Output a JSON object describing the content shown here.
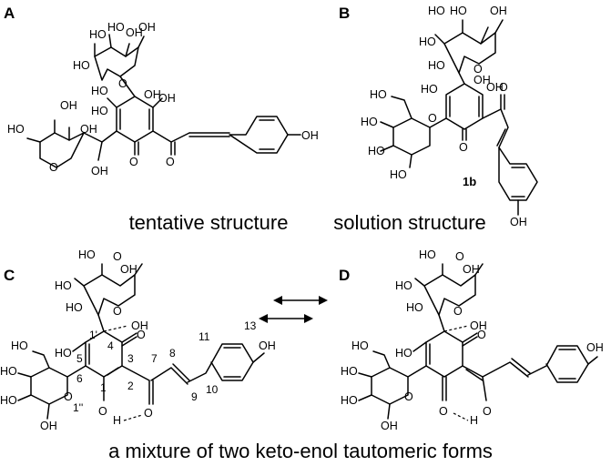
{
  "panels": [
    {
      "letter": "A",
      "caption": "tentative structure"
    },
    {
      "letter": "B",
      "caption": "solution structure",
      "compound_label": "1b"
    },
    {
      "letter": "C",
      "caption": ""
    },
    {
      "letter": "D",
      "caption": ""
    }
  ],
  "bottom_caption": "a mixture of two keto-enol tautomeric forms",
  "atoms": {
    "oh": "OH",
    "ho": "HO",
    "o": "O",
    "h": "H"
  },
  "locants": {
    "n1p": "1'",
    "n1pp": "1''",
    "n1": "1",
    "n2": "2",
    "n3": "3",
    "n4": "4",
    "n5": "5",
    "n6": "6",
    "n7": "7",
    "n8": "8",
    "n9": "9",
    "n10": "10",
    "n11": "11",
    "n13": "13"
  }
}
